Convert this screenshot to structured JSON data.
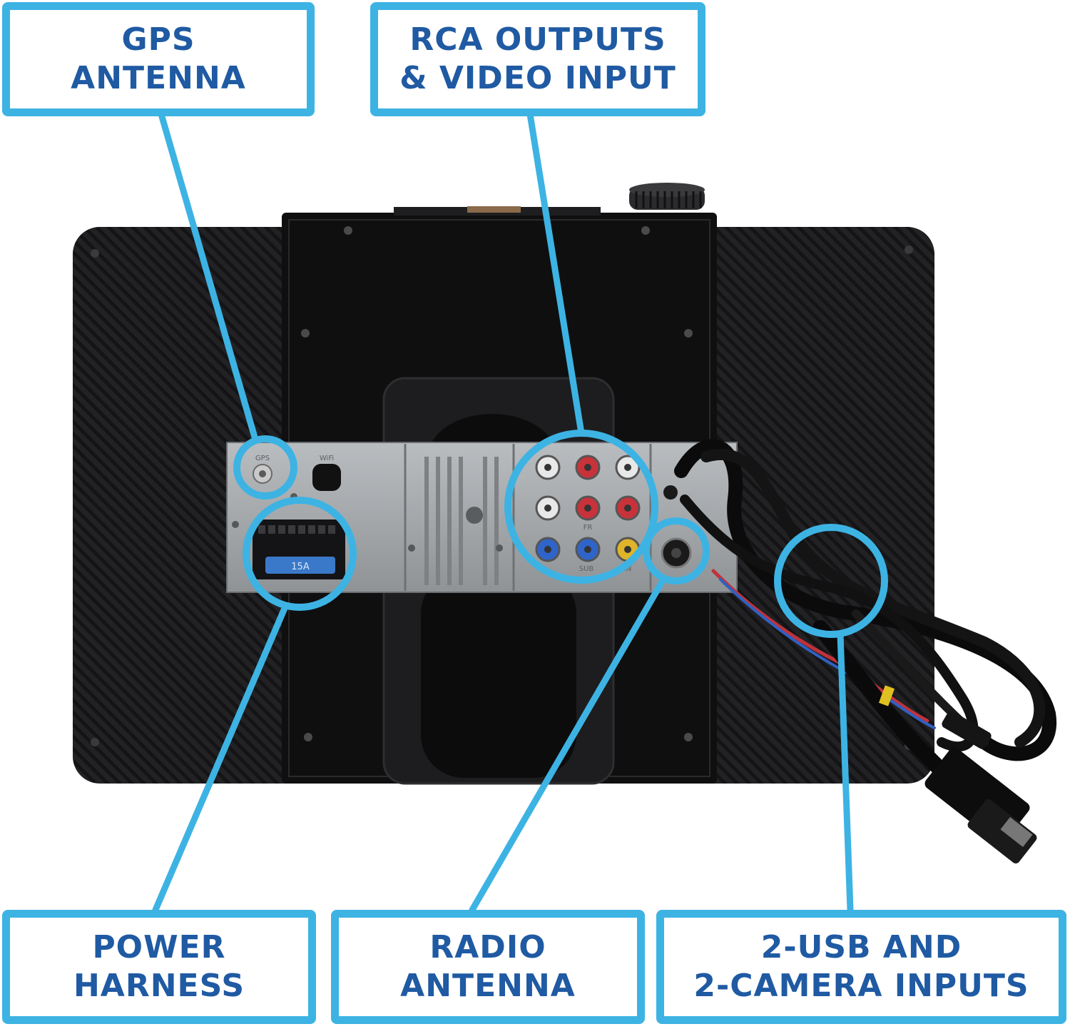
{
  "colors": {
    "callout_blue": "#3db3e3",
    "label_text": "#1f5aa3",
    "housing": "#1b1b1d",
    "chassis_metal": "#a7abae",
    "rca_red": "#c8323a",
    "rca_blue": "#2f64c8",
    "rca_yellow": "#e0b42a",
    "rca_white": "#e8e8e8"
  },
  "callouts": {
    "gps": {
      "line1": "GPS",
      "line2": "ANTENNA"
    },
    "rca": {
      "line1": "RCA OUTPUTS",
      "line2": "& VIDEO INPUT"
    },
    "power": {
      "line1": "POWER",
      "line2": "HARNESS"
    },
    "radio": {
      "line1": "RADIO",
      "line2": "ANTENNA"
    },
    "usb": {
      "line1": "2-USB AND",
      "line2": "2-CAMERA INPUTS"
    }
  },
  "chassis": {
    "gps_port_label": "GPS",
    "wifi_label": "WiFi",
    "fuse_label": "15A",
    "rca_labels": [
      "FR",
      "SUB",
      "IN"
    ]
  }
}
